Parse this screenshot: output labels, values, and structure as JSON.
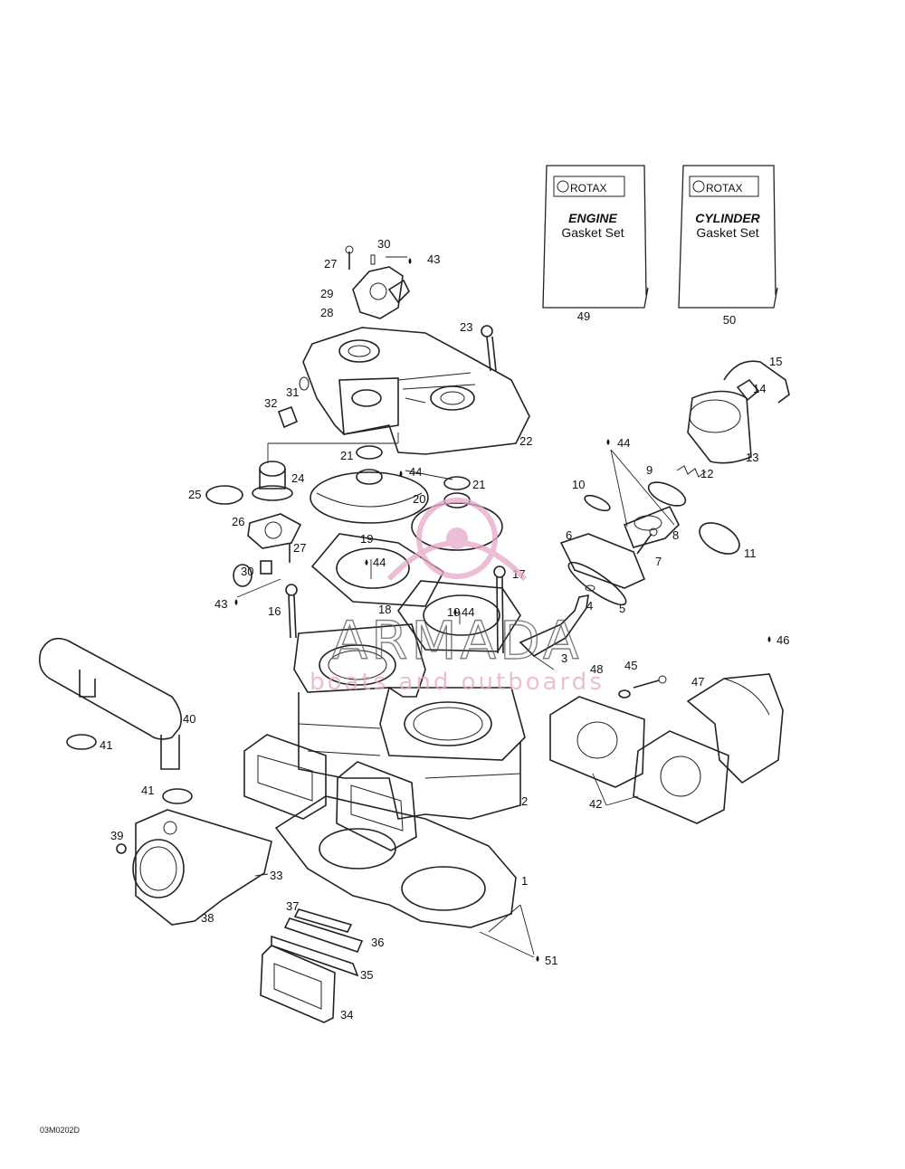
{
  "diagram": {
    "booklets": [
      {
        "brand": "ROTAX",
        "line1": "ENGINE",
        "line2": "Gasket Set",
        "callout": "49"
      },
      {
        "brand": "ROTAX",
        "line1": "CYLINDER",
        "line2": "Gasket Set",
        "callout": "50"
      }
    ],
    "drawing_code": "03M0202D",
    "watermark": {
      "title": "ARMADA",
      "subtitle": "boats and outboards",
      "color": "#e8a6c8"
    },
    "callouts": [
      "1",
      "2",
      "3",
      "4",
      "5",
      "6",
      "7",
      "8",
      "9",
      "10",
      "11",
      "12",
      "13",
      "14",
      "15",
      "16",
      "17",
      "18",
      "19",
      "19b",
      "20",
      "21",
      "21b",
      "22",
      "23",
      "24",
      "25",
      "26",
      "27",
      "27b",
      "28",
      "29",
      "30",
      "30b",
      "31",
      "32",
      "33",
      "34",
      "35",
      "36",
      "37",
      "38",
      "39",
      "40",
      "41",
      "41b",
      "42",
      "43",
      "43b",
      "44",
      "44b",
      "44c",
      "44d",
      "45",
      "46",
      "47",
      "48",
      "51"
    ],
    "labels": {
      "1": "1",
      "2": "2",
      "3": "3",
      "4": "4",
      "5": "5",
      "6": "6",
      "7": "7",
      "8": "8",
      "9": "9",
      "10": "10",
      "11": "11",
      "12": "12",
      "13": "13",
      "14": "14",
      "15": "15",
      "16": "16",
      "17": "17",
      "18": "18",
      "19": "19",
      "19b": "19",
      "20": "20",
      "21": "21",
      "21b": "21",
      "22": "22",
      "23": "23",
      "24": "24",
      "25": "25",
      "26": "26",
      "27": "27",
      "27b": "27",
      "28": "28",
      "29": "29",
      "30": "30",
      "30b": "30",
      "31": "31",
      "32": "32",
      "33": "33",
      "34": "34",
      "35": "35",
      "36": "36",
      "37": "37",
      "38": "38",
      "39": "39",
      "40": "40",
      "41": "41",
      "41b": "41",
      "42": "42",
      "43": "43",
      "43b": "43",
      "44": "44",
      "44b": "44",
      "44c": "44",
      "44d": "44",
      "45": "45",
      "46": "46",
      "47": "47",
      "48": "48",
      "51": "51"
    }
  }
}
